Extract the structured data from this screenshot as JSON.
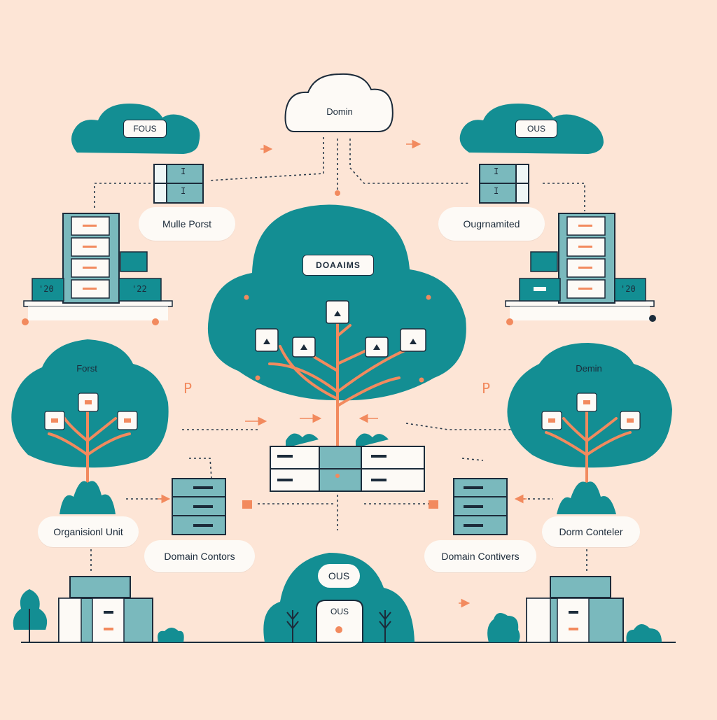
{
  "colors": {
    "background": "#fde5d6",
    "teal": "#138e93",
    "teal_light": "#7ab9bd",
    "cloud_white": "#fdfaf6",
    "orange": "#f28a5e",
    "dark": "#1c2b3a",
    "dash": "#2b3a4a"
  },
  "labels": {
    "top_cloud": "Domin",
    "left_cloud": "FOUS",
    "right_cloud": "OUS",
    "left_pill": "Mulle Porst",
    "right_pill": "Ougrnamited",
    "center_tag": "DOAAIMS",
    "left_tree": "Forst",
    "right_tree": "Demin",
    "org_unit": "Organisionl Unit",
    "domain_contors": "Domain Contors",
    "domain_contivers": "Domain Contivers",
    "dom_conteler": "Dorm Conteler",
    "bottom_cloud": "OUS",
    "bottom_door": "OUS",
    "left_rack_a": "'20",
    "left_rack_b": "'22",
    "right_rack_b": "'20",
    "server_i": "I"
  }
}
